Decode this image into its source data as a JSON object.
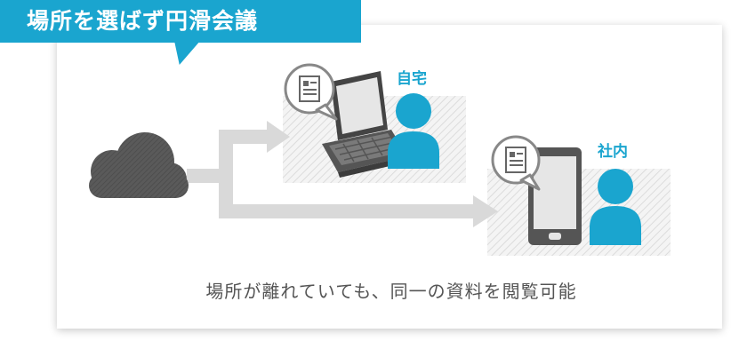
{
  "banner": {
    "title": "場所を選ばず円滑会議"
  },
  "locations": {
    "home": "自宅",
    "office": "社内"
  },
  "caption": "場所が離れていても、同一の資料を閲覧可能",
  "colors": {
    "accent": "#1aa5cf",
    "device": "#555555",
    "arrow": "#d9d9d9",
    "panel_hatch": "#dcdcdc"
  }
}
